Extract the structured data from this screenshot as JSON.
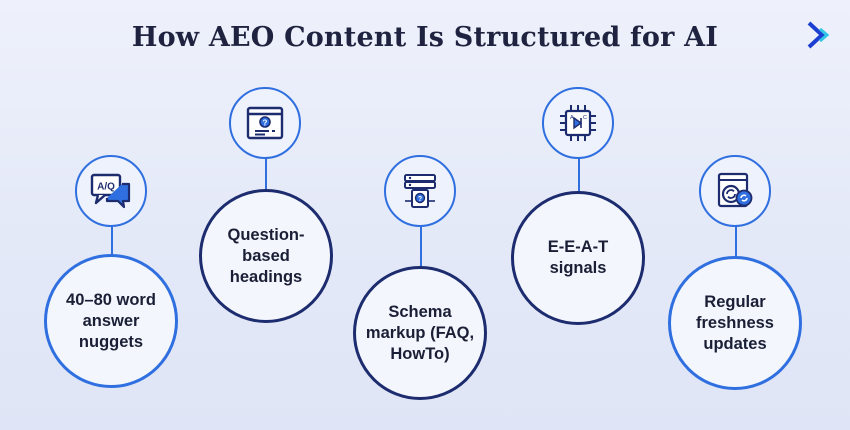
{
  "title": "How AEO Content Is Structured for AI",
  "colors": {
    "accent": "#2f6fe0",
    "navy": "#1d2c6e",
    "background": "#e8ecf9",
    "text": "#1b1f36"
  },
  "items": [
    {
      "label": "40–80 word answer nuggets",
      "icon": "chat-bubbles-icon",
      "icon_text": "A/Q"
    },
    {
      "label": "Question-based headings",
      "icon": "browser-question-icon"
    },
    {
      "label": "Schema markup (FAQ, HowTo)",
      "icon": "schema-server-icon"
    },
    {
      "label": "E-E-A-T signals",
      "icon": "circuit-chip-icon",
      "icon_text_a": "A",
      "icon_text_b": "C"
    },
    {
      "label": "Regular freshness updates",
      "icon": "refresh-document-icon"
    }
  ]
}
